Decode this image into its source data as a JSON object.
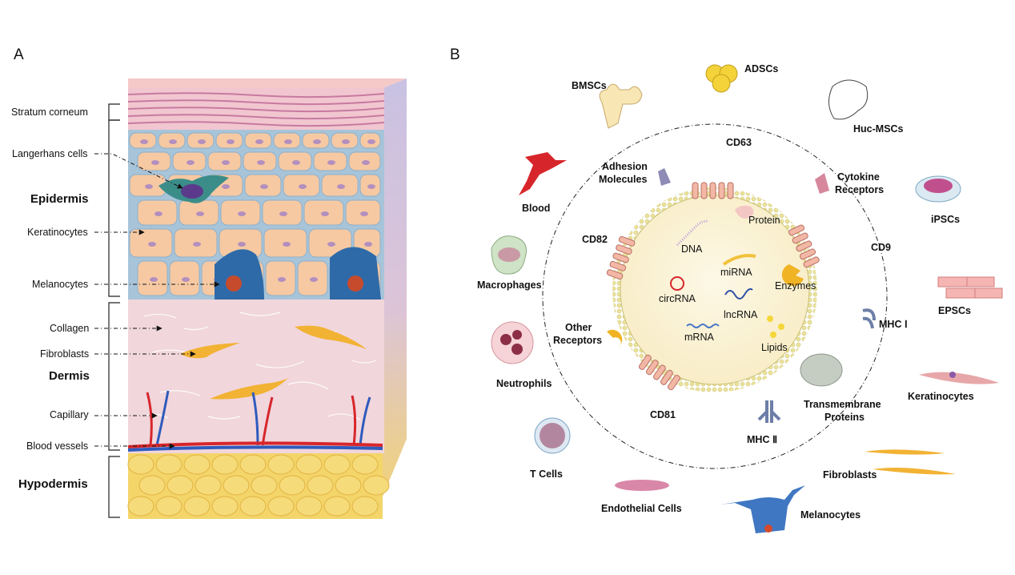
{
  "panels": {
    "a": "A",
    "b": "B"
  },
  "skin": {
    "stratum_corneum": "Stratum corneum",
    "langerhans": "Langerhans cells",
    "epidermis": "Epidermis",
    "keratinocytes": "Keratinocytes",
    "melanocytes": "Melanocytes",
    "collagen": "Collagen",
    "fibroblasts": "Fibroblasts",
    "dermis": "Dermis",
    "capillary": "Capillary",
    "blood_vessels": "Blood vessels",
    "hypodermis": "Hypodermis"
  },
  "sources": {
    "adscs": "ADSCs",
    "bmscs": "BMSCs",
    "huc_mscs": "Huc-MSCs",
    "blood": "Blood",
    "ipscs": "iPSCs",
    "macrophages": "Macrophages",
    "epscs": "EPSCs",
    "neutrophils": "Neutrophils",
    "keratinocytes": "Keratinocytes",
    "t_cells": "T Cells",
    "fibroblasts": "Fibroblasts",
    "endothelial": "Endothelial Cells",
    "melanocytes": "Melanocytes"
  },
  "membrane": {
    "cd63": "CD63",
    "adhesion_1": "Adhesion",
    "adhesion_2": "Molecules",
    "cytokine_1": "Cytokine",
    "cytokine_2": "Receptors",
    "cd82": "CD82",
    "cd9": "CD9",
    "mhc1": "MHC Ⅰ",
    "other_1": "Other",
    "other_2": "Receptors",
    "cd81": "CD81",
    "transmembrane_1": "Transmembrane",
    "transmembrane_2": "Proteins",
    "mhc2": "MHC Ⅱ"
  },
  "cargo": {
    "protein": "Protein",
    "dna": "DNA",
    "mirna": "miRNA",
    "enzymes": "Enzymes",
    "circrna": "circRNA",
    "lncrna": "lncRNA",
    "mrna": "mRNA",
    "lipids": "Lipids"
  },
  "colors": {
    "stratum": "#d89cb8",
    "keratinocyte": "#f6c9a2",
    "melanocyte": "#2f6aa8",
    "langerhans": "#3b8d8a",
    "dermis": "#f1d6dc",
    "fat": "#f3d56a",
    "vesicle_fill": "#fbf3d6",
    "bilayer": "#e9e098",
    "artery": "#d7262b",
    "vein": "#2f5bbd",
    "fibroblast": "#f2b233"
  }
}
